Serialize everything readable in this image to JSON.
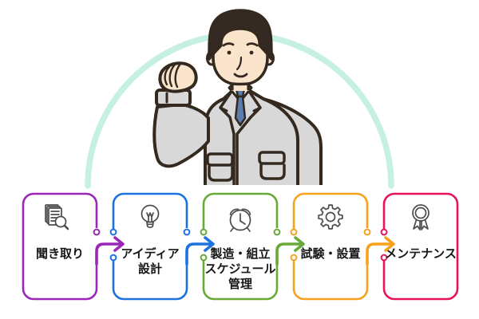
{
  "steps": [
    {
      "label_lines": [
        "聞き取り"
      ],
      "color": "#9a27b8",
      "icon": "documents-search-icon"
    },
    {
      "label_lines": [
        "アイディア",
        "設計"
      ],
      "color": "#1c72e1",
      "icon": "lightbulb-icon"
    },
    {
      "label_lines": [
        "製造・組立",
        "スケジュール",
        "管理"
      ],
      "color": "#68aa37",
      "icon": "alarm-clock-icon"
    },
    {
      "label_lines": [
        "試験・設置"
      ],
      "color": "#f8a11d",
      "icon": "gear-icon"
    },
    {
      "label_lines": [
        "メンテナンス"
      ],
      "color": "#ea1260",
      "icon": "medal-ribbon-icon"
    }
  ],
  "illustration": {
    "name": "worker-man-raised-fist",
    "arc_color": "#c6f0e1",
    "jacket_color": "#d8d8d8",
    "skin_color": "#fbe4cc",
    "hair_color": "#342a23",
    "tie_color": "#5b7cae",
    "outline_color": "#33291f",
    "icon_stroke": "#4c4c4c"
  }
}
